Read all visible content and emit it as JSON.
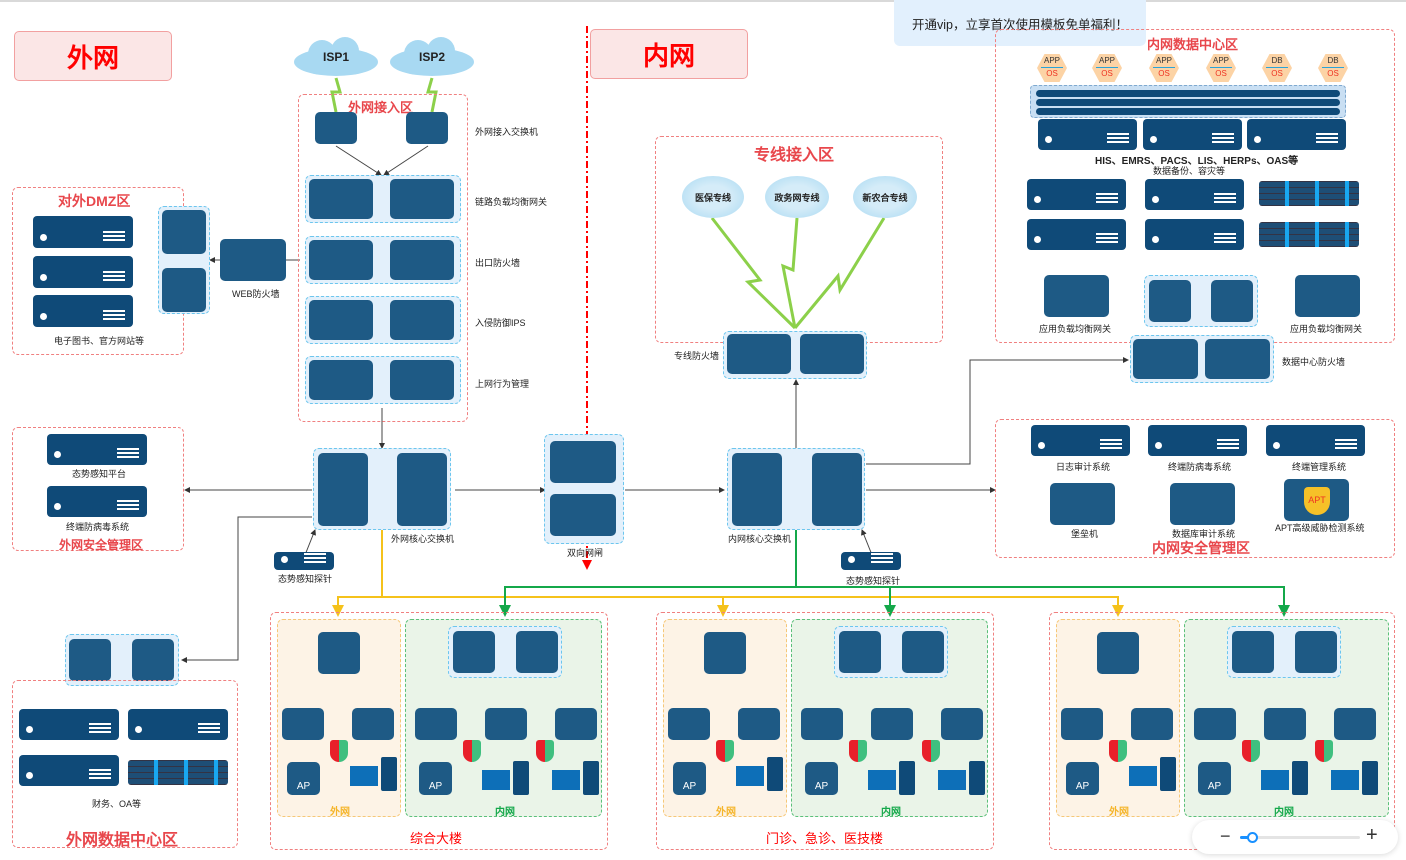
{
  "banner": {
    "vip_text": "开通vip，立享首次使用模板免单福利！"
  },
  "headers": {
    "outer": "外网",
    "inner": "内网"
  },
  "isp": [
    "ISP1",
    "ISP2"
  ],
  "outer_access": {
    "title": "外网接入区",
    "layers": [
      "外网接入交换机",
      "链路负载均衡网关",
      "出口防火墙",
      "入侵防御IPS",
      "上网行为管理"
    ]
  },
  "dmz": {
    "title": "对外DMZ区",
    "caption": "电子图书、官方网站等",
    "web_fw": "WEB防火墙"
  },
  "outer_security": {
    "title": "外网安全管理区",
    "items": [
      "态势感知平台",
      "终端防病毒系统"
    ]
  },
  "outer_core": {
    "label": "外网核心交换机",
    "probe": "态势感知探针"
  },
  "gatekeeper": {
    "label": "双向网闸"
  },
  "outer_dc": {
    "title": "外网数据中心区",
    "caption": "财务、OA等"
  },
  "leased": {
    "title": "专线接入区",
    "clouds": [
      "医保专线",
      "政务网专线",
      "新农合专线"
    ],
    "fw": "专线防火墙"
  },
  "inner_core": {
    "label": "内网核心交换机",
    "probe": "态势感知探针"
  },
  "inner_dc": {
    "title": "内网数据中心区",
    "vms": [
      {
        "top": "APP",
        "bottom": "OS"
      },
      {
        "top": "APP",
        "bottom": "OS"
      },
      {
        "top": "APP",
        "bottom": "OS"
      },
      {
        "top": "APP",
        "bottom": "OS"
      },
      {
        "top": "DB",
        "bottom": "OS"
      },
      {
        "top": "DB",
        "bottom": "OS"
      }
    ],
    "systems": "HIS、EMRS、PACS、LIS、HERPs、OAS等",
    "backup": "数据备份、容灾等",
    "lb_left": "应用负载均衡网关",
    "lb_right": "应用负载均衡网关",
    "fw": "数据中心防火墙"
  },
  "inner_security": {
    "title": "内网安全管理区",
    "items": [
      "日志审计系统",
      "终端防病毒系统",
      "终端管理系统",
      "堡垒机",
      "数据库审计系统",
      "APT高级威胁检测系统"
    ]
  },
  "buildings": [
    {
      "name": "综合大楼",
      "outer": "外网",
      "inner": "内网"
    },
    {
      "name": "门诊、急诊、医技楼",
      "outer": "外网",
      "inner": "内网"
    },
    {
      "name": "",
      "outer": "外网",
      "inner": "内网"
    }
  ],
  "ap_label": "AP",
  "apt_label": "APT",
  "zoom": {
    "minus": "−",
    "plus": "+",
    "level": 0.1
  },
  "colors": {
    "device": "#1e5a85",
    "server": "#0f4a78",
    "zone_border": "#f08080",
    "zone_title": "#e8474c",
    "outer_line": "#f5c21b",
    "inner_line": "#14a84a"
  }
}
